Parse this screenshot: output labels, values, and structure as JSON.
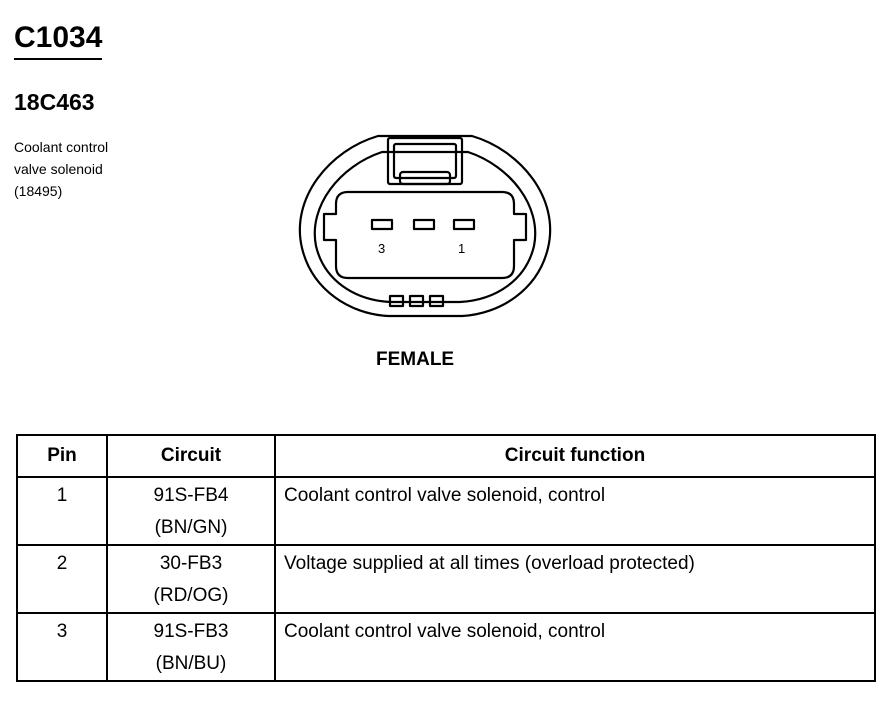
{
  "connector": {
    "id": "C1034",
    "part_number": "18C463",
    "description": [
      "Coolant control",
      "valve solenoid",
      "(18495)"
    ],
    "gender": "FEMALE",
    "pin_labels": {
      "left": "3",
      "right": "1"
    }
  },
  "table": {
    "headers": [
      "Pin",
      "Circuit",
      "Circuit function"
    ],
    "rows": [
      {
        "pin": "1",
        "circuit": "91S-FB4",
        "color": "(BN/GN)",
        "function": "Coolant control valve solenoid, control"
      },
      {
        "pin": "2",
        "circuit": "30-FB3",
        "color": "(RD/OG)",
        "function": "Voltage supplied at all times (overload protected)"
      },
      {
        "pin": "3",
        "circuit": "91S-FB3",
        "color": "(BN/BU)",
        "function": "Coolant control valve solenoid, control"
      }
    ]
  }
}
